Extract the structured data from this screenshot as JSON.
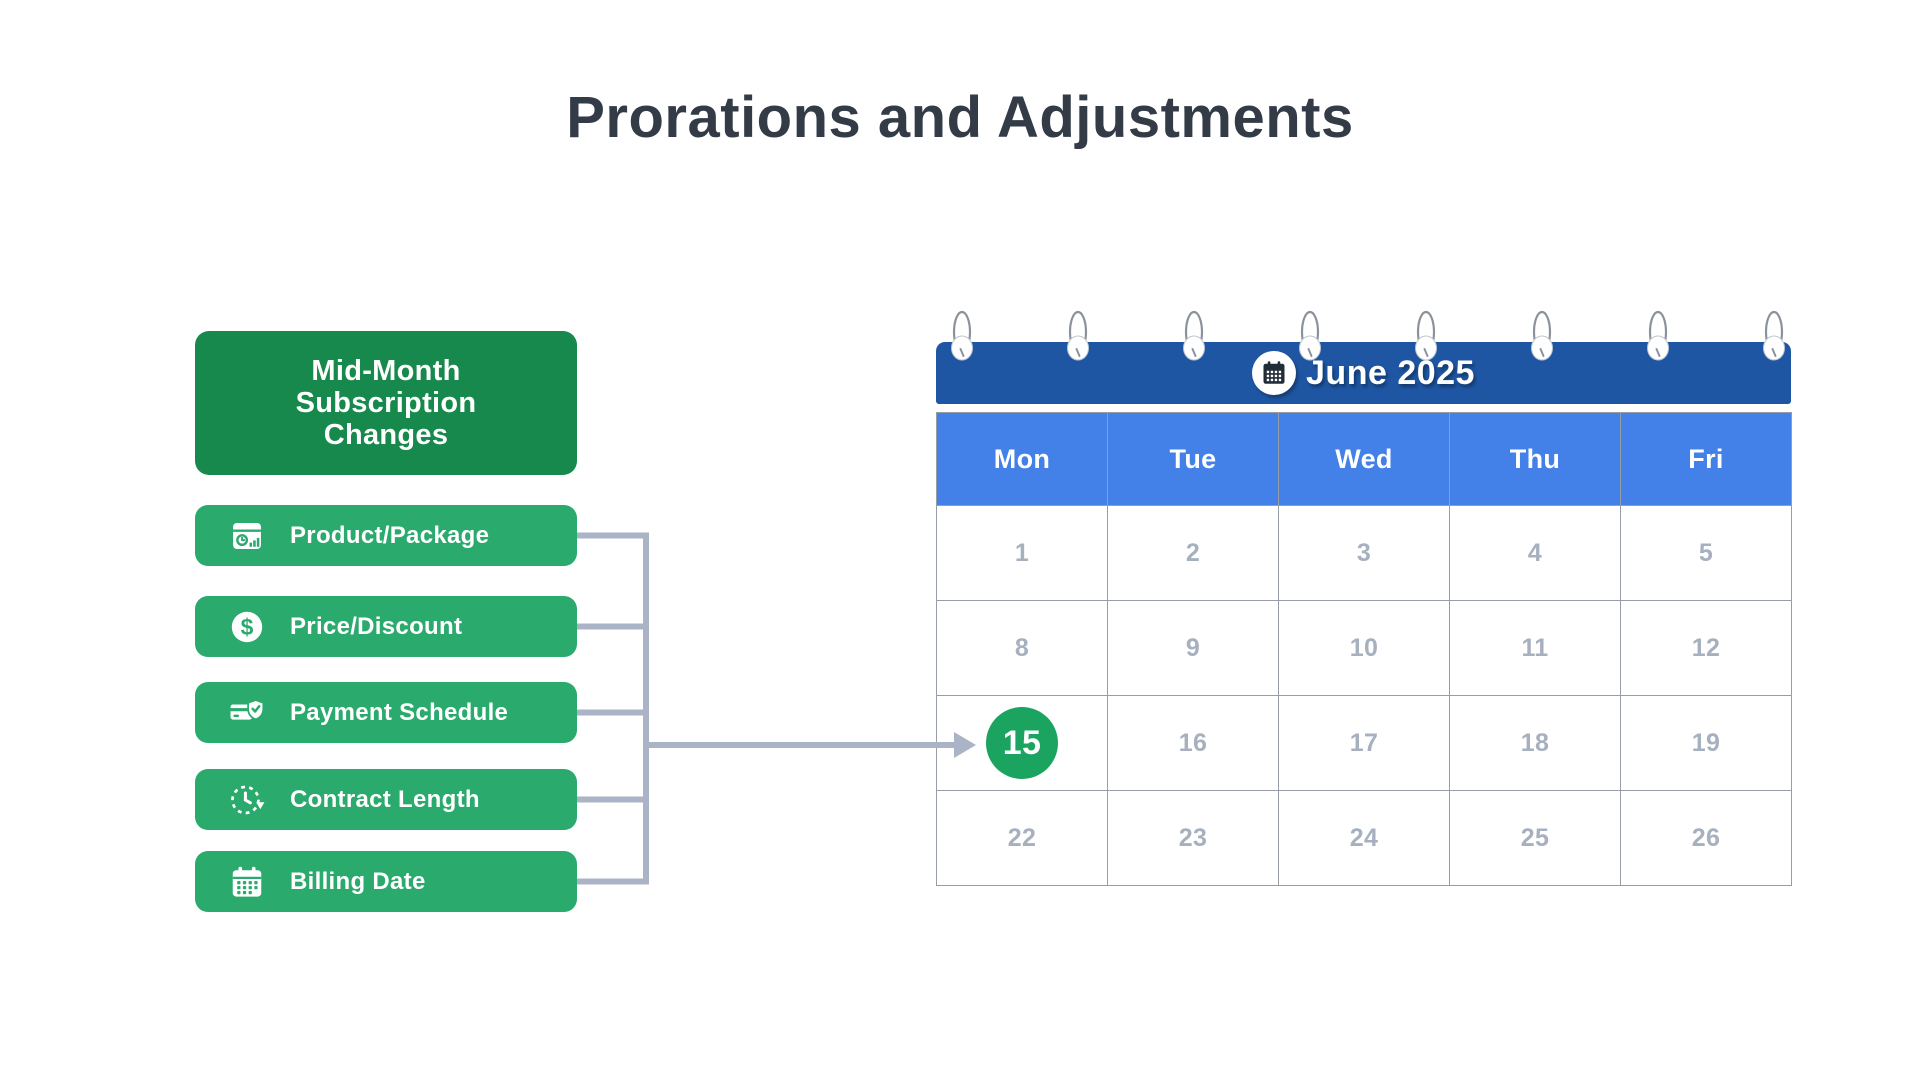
{
  "page": {
    "title": "Prorations and Adjustments"
  },
  "panel": {
    "header": {
      "line1": "Mid-Month",
      "line2": "Subscription",
      "line3": "Changes"
    },
    "items": [
      {
        "label": "Product/Package",
        "icon": "product-window-chart-icon"
      },
      {
        "label": "Price/Discount",
        "icon": "dollar-circle-icon"
      },
      {
        "label": "Payment Schedule",
        "icon": "card-shield-check-icon"
      },
      {
        "label": "Contract Length",
        "icon": "clock-duration-icon"
      },
      {
        "label": "Billing Date",
        "icon": "calendar-grid-icon"
      }
    ]
  },
  "calendar": {
    "title": "June 2025",
    "title_icon": "calendar-page-icon",
    "weekdays": [
      "Mon",
      "Tue",
      "Wed",
      "Thu",
      "Fri"
    ],
    "rows": [
      [
        "1",
        "2",
        "3",
        "4",
        "5"
      ],
      [
        "8",
        "9",
        "10",
        "11",
        "12"
      ],
      [
        "15",
        "16",
        "17",
        "18",
        "19"
      ],
      [
        "22",
        "23",
        "24",
        "25",
        "26"
      ]
    ],
    "highlighted_day": "15"
  },
  "colors": {
    "header_green": "#17894d",
    "item_green": "#2baa6e",
    "calendar_navy": "#1e56a4",
    "weekday_blue": "#4380e8",
    "highlight_green": "#1aa45f",
    "connector_gray": "#aab4c6",
    "date_text": "#a6b0bf",
    "title_text": "#333b47"
  }
}
